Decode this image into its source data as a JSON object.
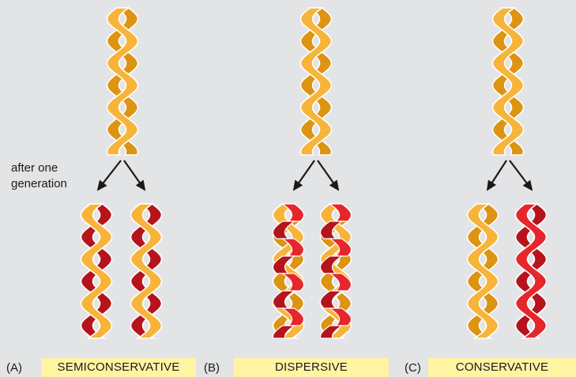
{
  "annotation": "after one\ngeneration",
  "panels": [
    {
      "letter": "(A)",
      "label": "SEMICONSERVATIVE"
    },
    {
      "letter": "(B)",
      "label": "DISPERSIVE"
    },
    {
      "letter": "(C)",
      "label": "CONSERVATIVE"
    }
  ],
  "colors": {
    "background": "#e2e4e6",
    "parent_strand_light": "#f7b43a",
    "parent_strand_dark": "#dd9412",
    "new_strand_light": "#e6262d",
    "new_strand_dark": "#b5141c",
    "label_box": "#fff4a3",
    "arrow": "#1a1a1a"
  }
}
